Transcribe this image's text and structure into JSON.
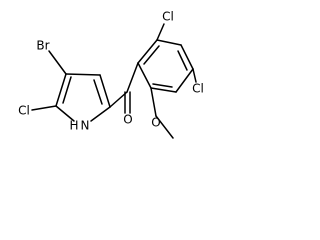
{
  "molecule": {
    "atoms": {
      "bromine": "Br",
      "chlorine_pyrrole": "Cl",
      "pyrrole_nitrogen": "N",
      "pyrrole_nh_hydrogen": "H",
      "carbonyl_oxygen": "O",
      "chlorine_top": "Cl",
      "chlorine_right": "Cl",
      "methoxy_oxygen": "O"
    }
  }
}
